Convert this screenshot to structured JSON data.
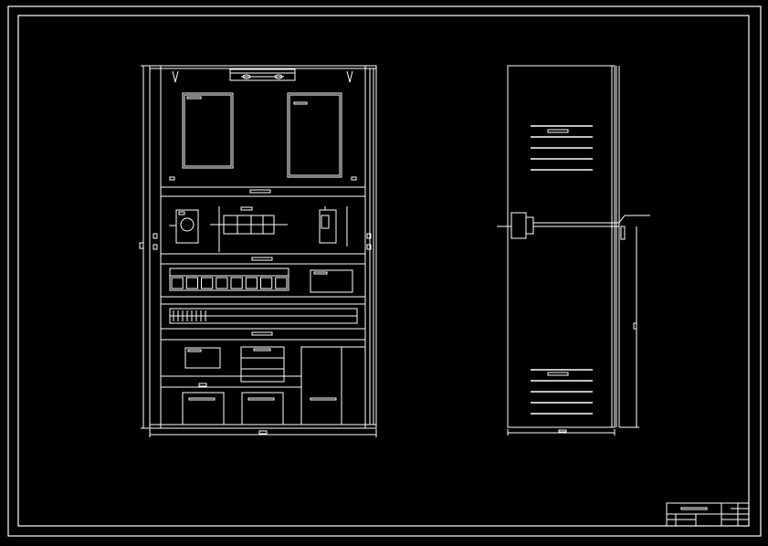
{
  "colors": {
    "background": "#000000",
    "stroke": "#ffffff"
  },
  "drawing": {
    "front_view": {
      "top_fixture": "",
      "left_meters": [
        "",
        ""
      ],
      "section_labels": [
        "",
        "",
        "",
        ""
      ],
      "din_rail_count": 8,
      "breaker_count": 8,
      "bottom_panels": [
        "",
        "",
        ""
      ]
    },
    "side_view": {
      "vent_groups": [
        5,
        5
      ],
      "callout": ""
    },
    "title_block": {
      "title": "",
      "cells": []
    }
  }
}
